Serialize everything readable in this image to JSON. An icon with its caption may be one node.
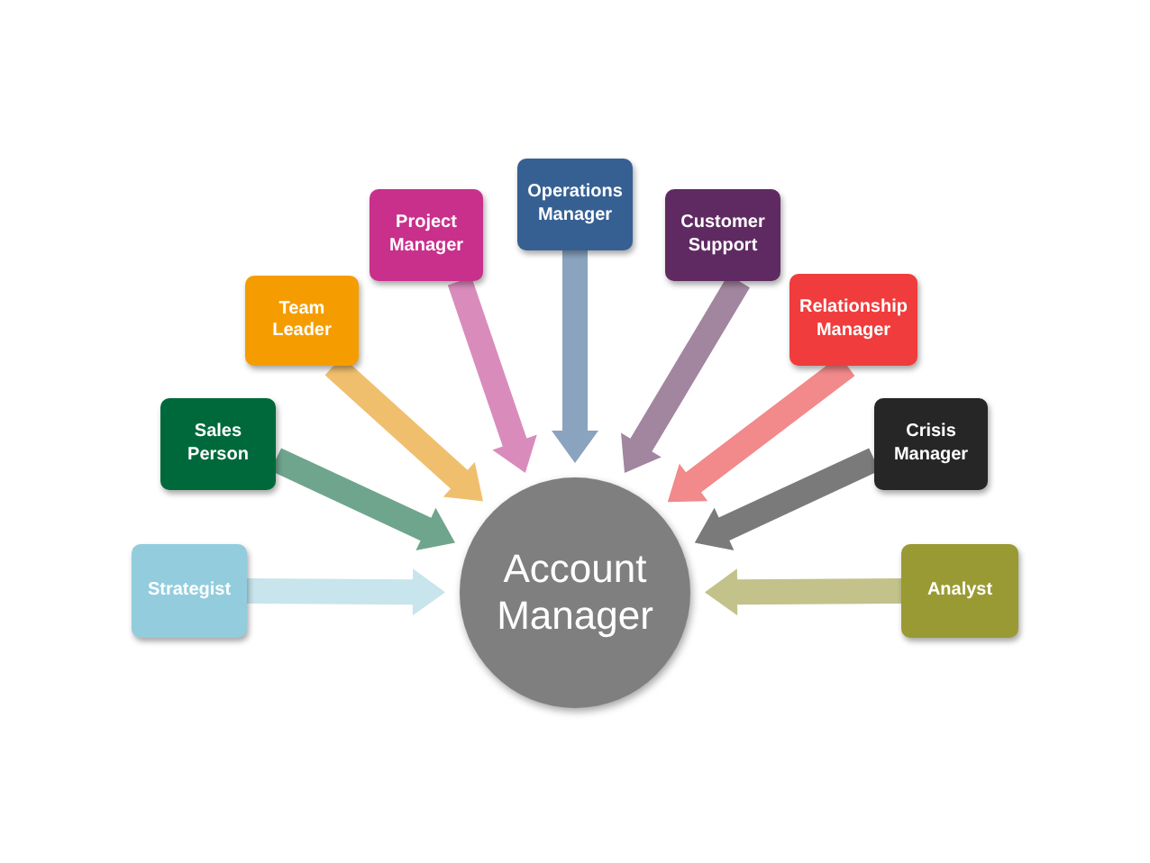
{
  "diagram": {
    "nodes": [
      {
        "text": [
          "Account Manager"
        ]
      },
      {
        "text": [
          "Strategist"
        ]
      },
      {
        "text": [
          "Sales Person"
        ]
      },
      {
        "text": [
          "Team Leader"
        ]
      },
      {
        "text": [
          "Project Manager"
        ]
      },
      {
        "text": [
          "Operations Manager"
        ]
      },
      {
        "text": [
          "Customer Support"
        ]
      },
      {
        "text": [
          "Relationship Manager"
        ]
      },
      {
        "text": [
          "Crisis Manager"
        ]
      },
      {
        "text": [
          "Analyst"
        ]
      }
    ],
    "edges": [
      {
        "from": 1,
        "to": 0,
        "arrow": "to",
        "style": "thick",
        "color": "#c8e4ec"
      },
      {
        "from": 2,
        "to": 0,
        "arrow": "to",
        "style": "thick",
        "color": "#6fa58c"
      },
      {
        "from": 3,
        "to": 0,
        "arrow": "to",
        "style": "thick",
        "color": "#f0bf6e"
      },
      {
        "from": 4,
        "to": 0,
        "arrow": "to",
        "style": "thick",
        "color": "#d98cbc"
      },
      {
        "from": 5,
        "to": 0,
        "arrow": "to",
        "style": "thick",
        "color": "#8aa3bf"
      },
      {
        "from": 6,
        "to": 0,
        "arrow": "to",
        "style": "thick",
        "color": "#a2859f"
      },
      {
        "from": 7,
        "to": 0,
        "arrow": "to",
        "style": "thick",
        "color": "#f2898a"
      },
      {
        "from": 8,
        "to": 0,
        "arrow": "to",
        "style": "thick",
        "color": "#7a7a7a"
      },
      {
        "from": 9,
        "to": 0,
        "arrow": "to",
        "style": "thick",
        "color": "#c2c28a"
      }
    ]
  }
}
